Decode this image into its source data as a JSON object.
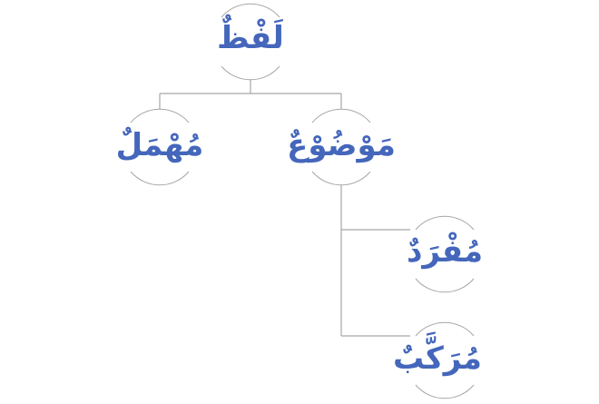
{
  "root": {
    "label": "لَفْظٌ"
  },
  "level1": [
    {
      "label": "مُهْمَلٌ"
    },
    {
      "label": "مَوْضُوْعٌ"
    }
  ],
  "level2": [
    {
      "label": "مُفْرَدٌ"
    },
    {
      "label": "مُرَكَّبٌ"
    }
  ],
  "colors": {
    "text": "#4466bb",
    "line": "#a6a6a6"
  }
}
